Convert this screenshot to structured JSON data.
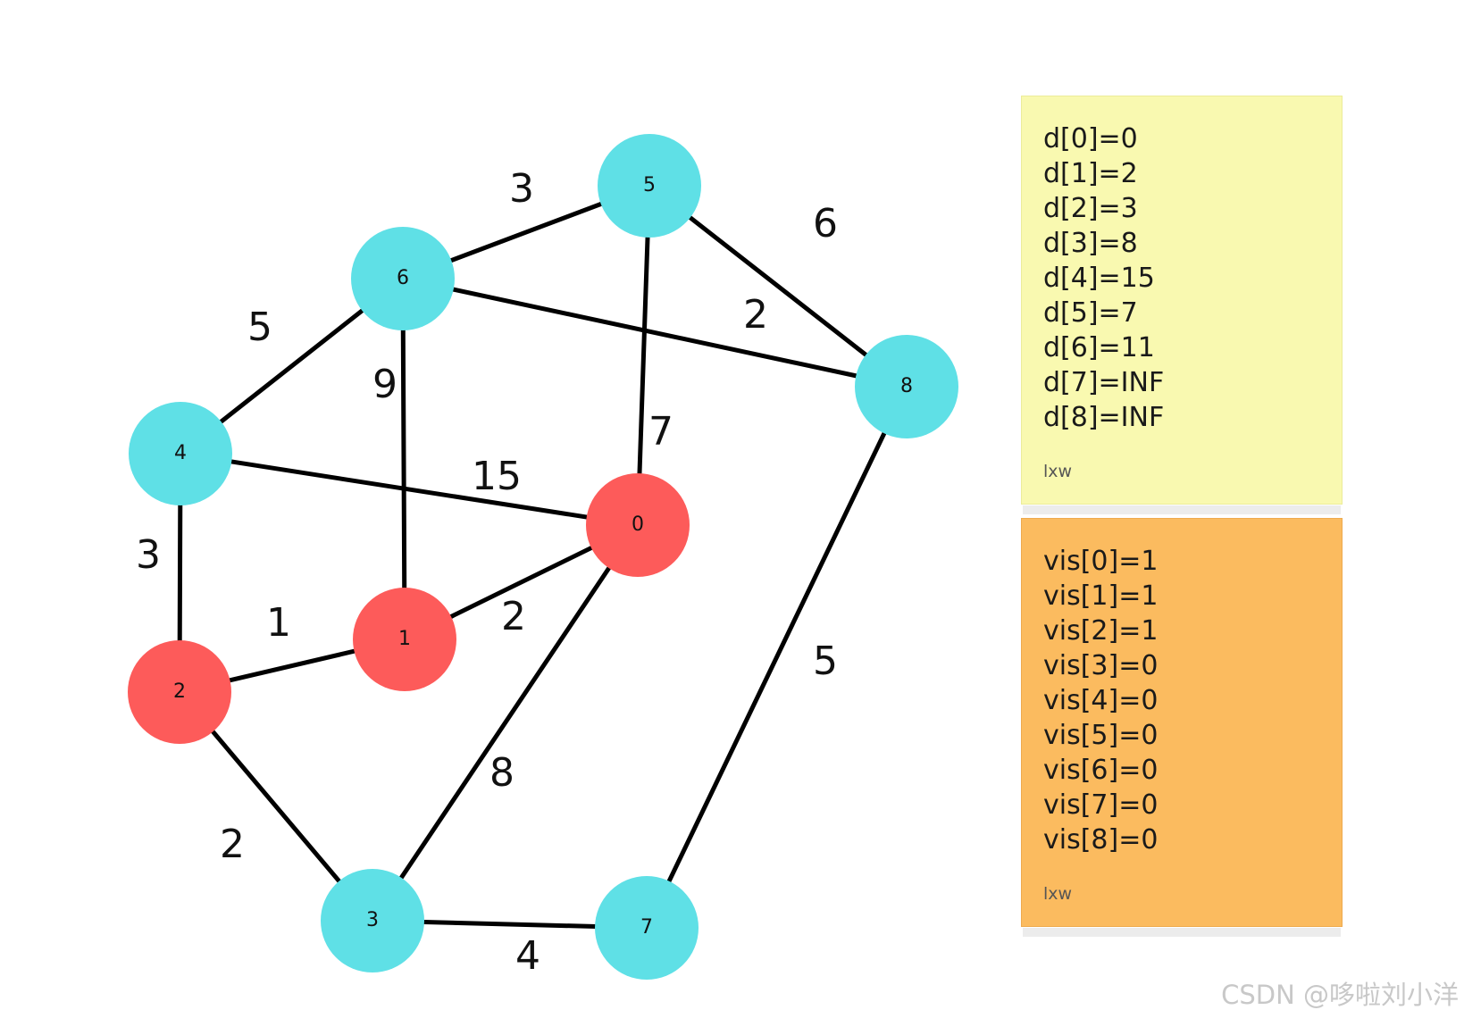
{
  "graph": {
    "nodes": [
      {
        "id": "0",
        "label": "0",
        "color": "#fd5b5a"
      },
      {
        "id": "1",
        "label": "1",
        "color": "#fd5b5a"
      },
      {
        "id": "2",
        "label": "2",
        "color": "#fd5b5a"
      },
      {
        "id": "3",
        "label": "3",
        "color": "#5fe0e6"
      },
      {
        "id": "4",
        "label": "4",
        "color": "#5fe0e6"
      },
      {
        "id": "5",
        "label": "5",
        "color": "#5fe0e6"
      },
      {
        "id": "6",
        "label": "6",
        "color": "#5fe0e6"
      },
      {
        "id": "7",
        "label": "7",
        "color": "#5fe0e6"
      },
      {
        "id": "8",
        "label": "8",
        "color": "#5fe0e6"
      }
    ],
    "edges": [
      {
        "from": "6",
        "to": "5",
        "weight": "3"
      },
      {
        "from": "5",
        "to": "8",
        "weight": "6"
      },
      {
        "from": "6",
        "to": "8",
        "weight": "2"
      },
      {
        "from": "6",
        "to": "4",
        "weight": "5"
      },
      {
        "from": "6",
        "to": "1",
        "weight": "9"
      },
      {
        "from": "5",
        "to": "0",
        "weight": "7"
      },
      {
        "from": "4",
        "to": "0",
        "weight": "15"
      },
      {
        "from": "4",
        "to": "2",
        "weight": "3"
      },
      {
        "from": "2",
        "to": "1",
        "weight": "1"
      },
      {
        "from": "1",
        "to": "0",
        "weight": "2"
      },
      {
        "from": "0",
        "to": "3",
        "weight": "8"
      },
      {
        "from": "8",
        "to": "7",
        "weight": "5"
      },
      {
        "from": "2",
        "to": "3",
        "weight": "2"
      },
      {
        "from": "3",
        "to": "7",
        "weight": "4"
      }
    ]
  },
  "notes": {
    "distances": {
      "lines": [
        "d[0]=0",
        "d[1]=2",
        "d[2]=3",
        "d[3]=8",
        "d[4]=15",
        "d[5]=7",
        "d[6]=11",
        "d[7]=INF",
        "d[8]=INF"
      ],
      "author": "lxw",
      "color": "#f9f9b0"
    },
    "visited": {
      "lines": [
        "vis[0]=1",
        "vis[1]=1",
        "vis[2]=1",
        "vis[3]=0",
        "vis[4]=0",
        "vis[5]=0",
        "vis[6]=0",
        "vis[7]=0",
        "vis[8]=0"
      ],
      "author": "lxw",
      "color": "#fbbb5f"
    }
  },
  "watermark": "CSDN @哆啦刘小洋"
}
